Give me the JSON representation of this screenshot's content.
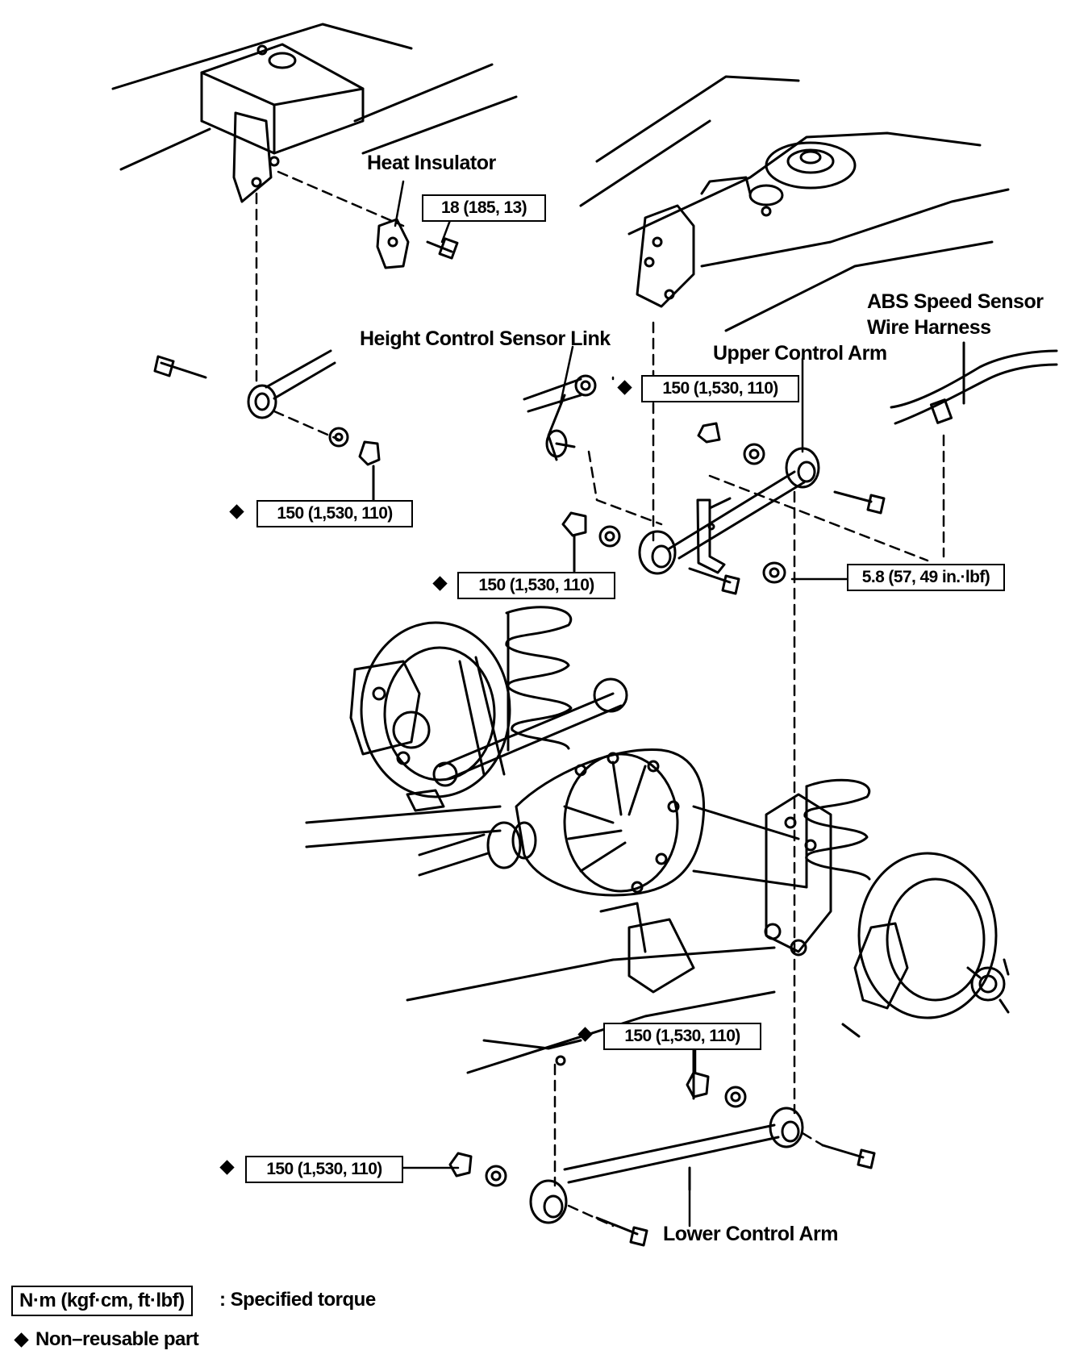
{
  "labels": {
    "heat_insulator": "Heat Insulator",
    "height_control_sensor_link": "Height Control Sensor Link",
    "upper_control_arm": "Upper Control Arm",
    "abs_line1": "ABS Speed Sensor",
    "abs_line2": "Wire Harness",
    "lower_control_arm": "Lower Control Arm"
  },
  "torque": {
    "heat_insulator_bolt": "18 (185, 13)",
    "upper_left_nut": "150 (1,530, 110)",
    "upper_arm_front": "150 (1,530, 110)",
    "upper_arm_rear": "150 (1,530, 110)",
    "sensor_link_nut": "5.8 (57, 49 in.·lbf)",
    "lower_arm_rear": "150 (1,530, 110)",
    "lower_arm_front": "150 (1,530, 110)"
  },
  "legend": {
    "torque_unit": "N·m (kgf·cm, ft·lbf)",
    "torque_desc": ": Specified torque",
    "non_reusable": "Non–reusable part"
  }
}
